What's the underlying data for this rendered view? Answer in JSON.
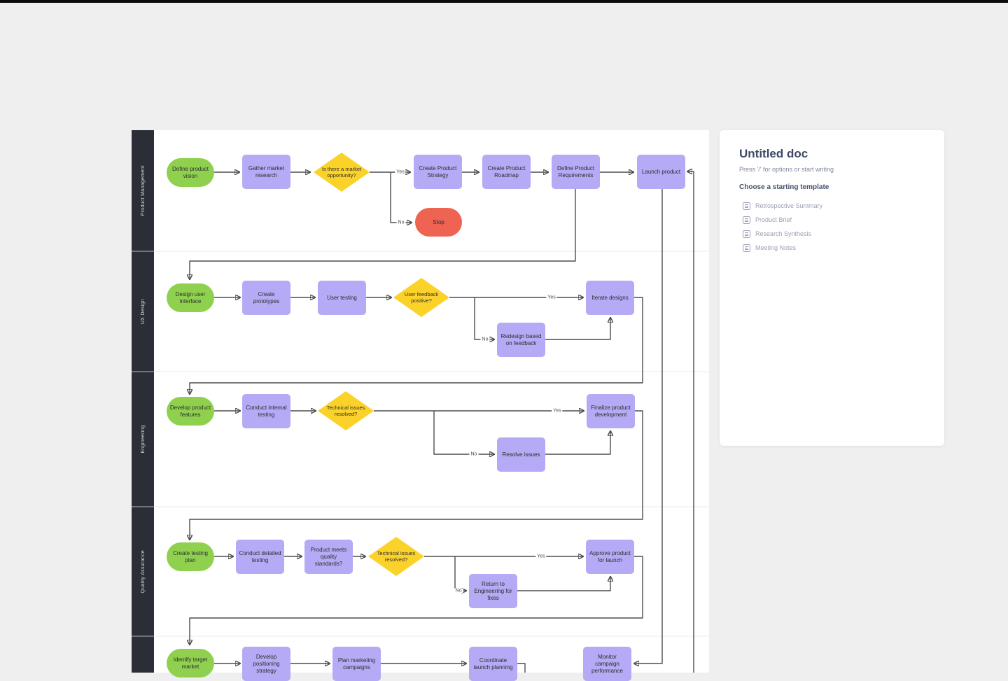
{
  "window": {
    "top_bar_color": "#0c0c0c",
    "background": "#efefef"
  },
  "board": {
    "swimlanes": [
      {
        "label": "Product Management"
      },
      {
        "label": "UX Design"
      },
      {
        "label": "Engineering"
      },
      {
        "label": "Quality Assurance"
      },
      {
        "label": ""
      }
    ],
    "labels": {
      "yes": "Yes",
      "no": "No"
    },
    "colors": {
      "start": "#8fd14f",
      "process": "#b5aaf5",
      "decision": "#fbd22a",
      "stop": "#ee6352",
      "connector": "#4d4d4d",
      "lane_rail": "#2b2e37"
    },
    "nodes": [
      {
        "id": "define-product-vision",
        "type": "start",
        "label": "Define product vision"
      },
      {
        "id": "gather-market-research",
        "type": "process",
        "label": "Gather market research"
      },
      {
        "id": "market-opportunity-decision",
        "type": "decision",
        "label": "Is there a market opportunity?"
      },
      {
        "id": "create-product-strategy",
        "type": "process",
        "label": "Create Product Strategy"
      },
      {
        "id": "create-product-roadmap",
        "type": "process",
        "label": "Create Product Roadmap"
      },
      {
        "id": "define-product-requirements",
        "type": "process",
        "label": "Define Product Requirements"
      },
      {
        "id": "launch-product",
        "type": "process",
        "label": "Launch product"
      },
      {
        "id": "stop",
        "type": "stop",
        "label": "Stop"
      },
      {
        "id": "design-user-interface",
        "type": "start",
        "label": "Design user interface"
      },
      {
        "id": "create-prototypes",
        "type": "process",
        "label": "Create prototypes"
      },
      {
        "id": "user-testing",
        "type": "process",
        "label": "User testing"
      },
      {
        "id": "user-feedback-decision",
        "type": "decision",
        "label": "User feedback positive?"
      },
      {
        "id": "iterate-designs",
        "type": "process",
        "label": "Iterate designs"
      },
      {
        "id": "redesign-based-on-feedback",
        "type": "process",
        "label": "Redesign based on feedback"
      },
      {
        "id": "develop-product-features",
        "type": "start",
        "label": "Develop product features"
      },
      {
        "id": "conduct-internal-testing",
        "type": "process",
        "label": "Conduct internal testing"
      },
      {
        "id": "technical-issues-decision-eng",
        "type": "decision",
        "label": "Technical issues resolved?"
      },
      {
        "id": "finalize-product-development",
        "type": "process",
        "label": "Finalize product development"
      },
      {
        "id": "resolve-issues",
        "type": "process",
        "label": "Resolve issues"
      },
      {
        "id": "create-testing-plan",
        "type": "start",
        "label": "Create testing plan"
      },
      {
        "id": "conduct-detailed-testing",
        "type": "process",
        "label": "Conduct detailed testing"
      },
      {
        "id": "product-meets-quality-standards",
        "type": "process",
        "label": "Product meets quality standards?"
      },
      {
        "id": "technical-issues-decision-qa",
        "type": "decision",
        "label": "Technical issues resolved?"
      },
      {
        "id": "approve-product-for-launch",
        "type": "process",
        "label": "Approve product for launch"
      },
      {
        "id": "return-to-engineering-for-fixes",
        "type": "process",
        "label": "Return to Engineering for fixes"
      },
      {
        "id": "identify-target-market",
        "type": "start",
        "label": "Identify target market"
      },
      {
        "id": "develop-positioning-strategy",
        "type": "process",
        "label": "Develop positioning strategy"
      },
      {
        "id": "plan-marketing-campaigns",
        "type": "process",
        "label": "Plan marketing campaigns"
      },
      {
        "id": "coordinate-launch-planning",
        "type": "process",
        "label": "Coordinate launch planning"
      },
      {
        "id": "monitor-campaign-performance",
        "type": "process",
        "label": "Monitor campaign performance"
      }
    ]
  },
  "doc_panel": {
    "title": "Untitled doc",
    "hint": "Press '/' for options or start writing",
    "templates_heading": "Choose a starting template",
    "templates": [
      {
        "label": "Retrospective Summary"
      },
      {
        "label": "Product Brief"
      },
      {
        "label": "Research Synthesis"
      },
      {
        "label": "Meeting Notes"
      }
    ]
  }
}
